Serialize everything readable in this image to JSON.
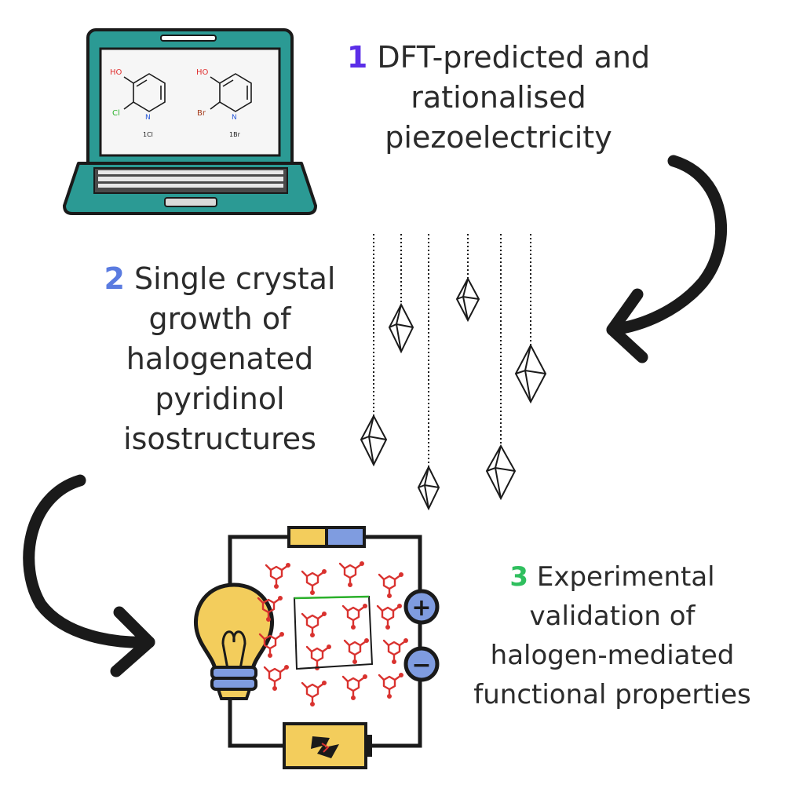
{
  "steps": [
    {
      "number": "1",
      "lines": [
        "DFT-predicted and",
        "rationalised",
        "piezoelectricity"
      ]
    },
    {
      "number": "2",
      "lines": [
        "Single crystal",
        "growth of",
        "halogenated",
        "pyridinol",
        "isostructures"
      ]
    },
    {
      "number": "3",
      "lines": [
        "Experimental",
        "validation of",
        "halogen-mediated",
        "functional properties"
      ]
    }
  ],
  "molecules": [
    {
      "oh_label": "HO",
      "halogen_label": "Cl",
      "n_label": "N",
      "compound_label": "1Cl"
    },
    {
      "oh_label": "HO",
      "halogen_label": "Br",
      "n_label": "N",
      "compound_label": "1Br"
    }
  ],
  "battery": {
    "plus_label": "+",
    "minus_label": "−"
  },
  "colors": {
    "step1": "#5b2ee8",
    "step2": "#5a7be0",
    "step3": "#2fbf5e",
    "laptop": "#2b9a94",
    "oh": "#e03030",
    "cl": "#2bb12b",
    "br": "#a33a1a",
    "n": "#2a5ad8",
    "bulb": "#f3cd5c",
    "terminal": "#7f9ce0",
    "crystal_molecule": "#d9322f"
  }
}
